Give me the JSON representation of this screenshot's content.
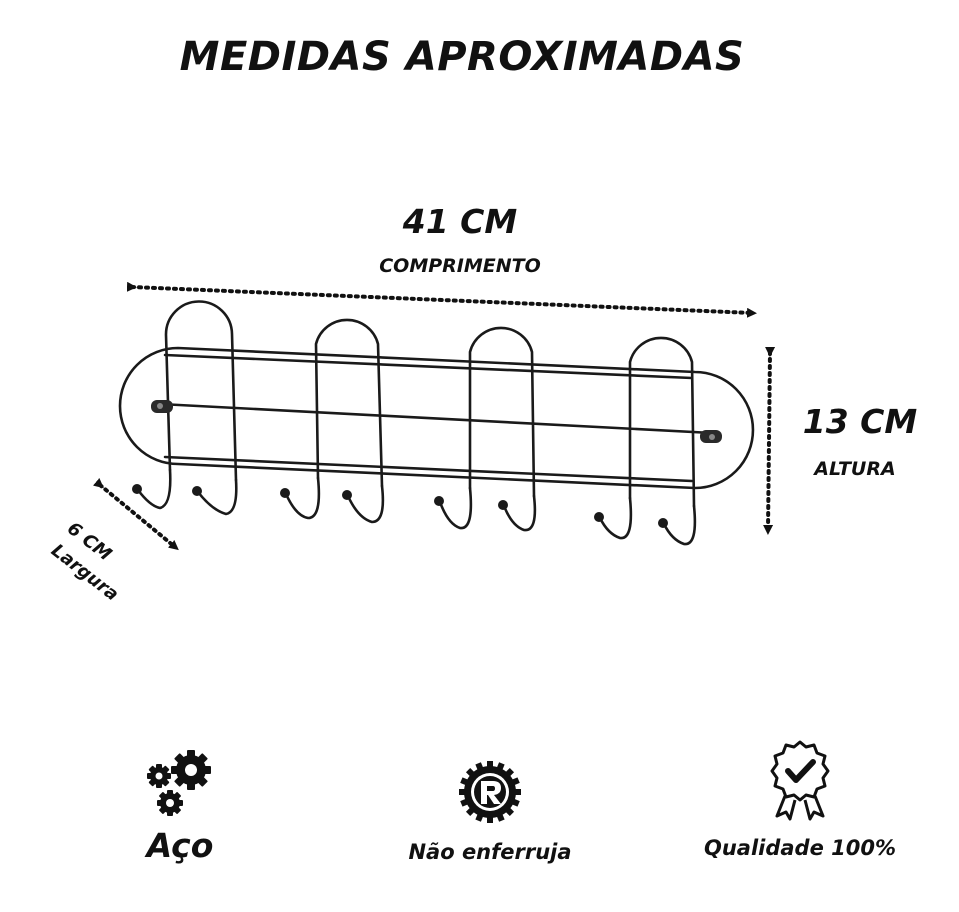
{
  "title": "MEDIDAS APROXIMADAS",
  "dimensions": {
    "length": {
      "value": "41 CM",
      "label": "COMPRIMENTO"
    },
    "height": {
      "value": "13 CM",
      "label": "ALTURA"
    },
    "width": {
      "value": "6 CM",
      "label": "Largura"
    }
  },
  "features": [
    {
      "label": "Aço",
      "icon": "gears-icon"
    },
    {
      "label": "Não enferruja",
      "icon": "rust-free-badge-icon"
    },
    {
      "label": "Qualidade 100%",
      "icon": "quality-check-badge-icon"
    }
  ]
}
